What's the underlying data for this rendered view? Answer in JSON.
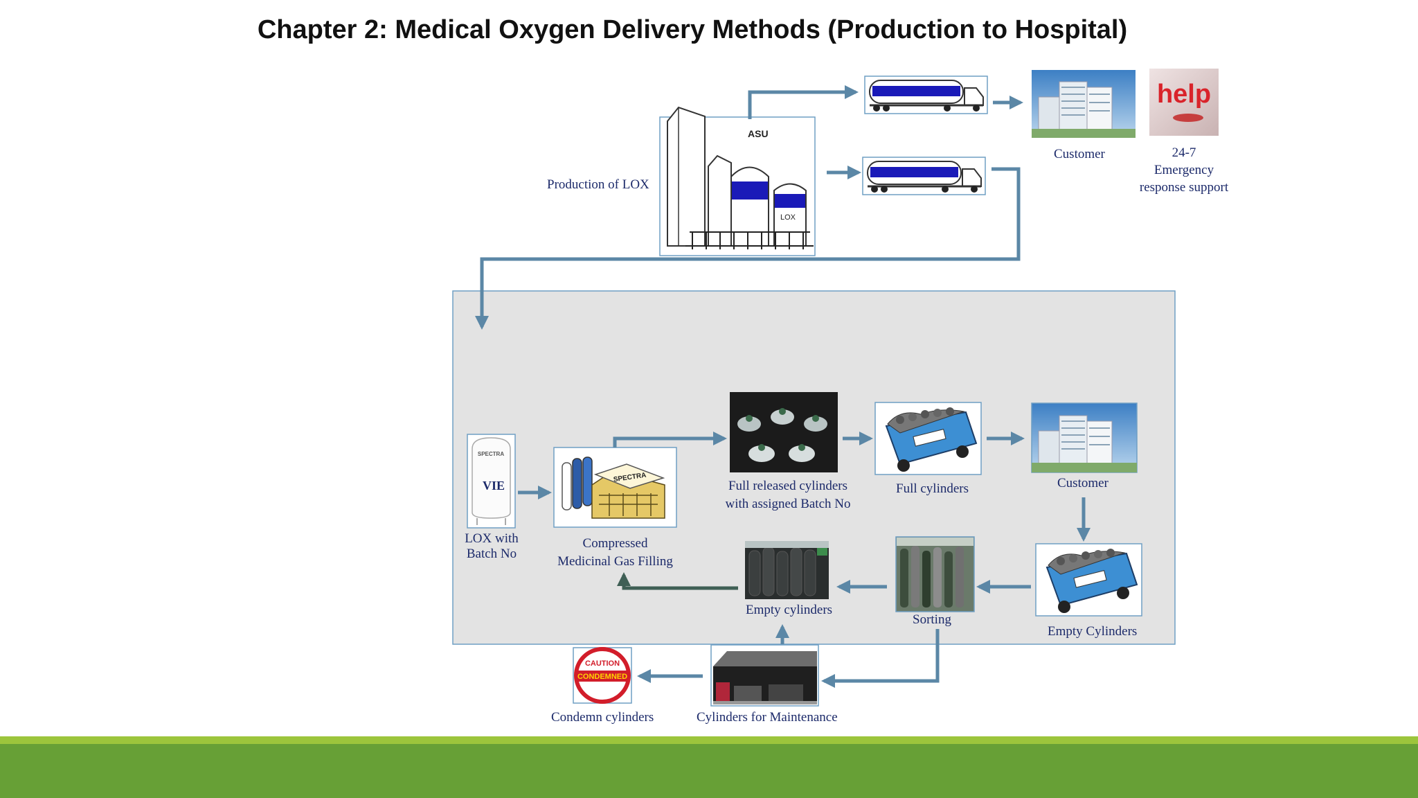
{
  "slide": {
    "title": "Chapter 2: Medical Oxygen Delivery Methods (Production to Hospital)"
  },
  "labels": {
    "production": "Production of LOX",
    "asu": "ASU",
    "lox": "LOX",
    "customer_top": "Customer",
    "emergency_1": "24-7",
    "emergency_2": "Emergency",
    "emergency_3": "response support",
    "help": "help",
    "vie": "VIE",
    "lox_batch_1": "LOX with",
    "lox_batch_2": "Batch No",
    "filling_1": "Compressed",
    "filling_2": "Medicinal Gas Filling",
    "full_released_1": "Full released cylinders",
    "full_released_2": "with assigned Batch No",
    "full_cylinders": "Full cylinders",
    "customer_bottom": "Customer",
    "empty_cylinders_truck": "Empty Cylinders",
    "sorting": "Sorting",
    "empty_cylinders": "Empty cylinders",
    "maintenance": "Cylinders for Maintenance",
    "condemn": "Condemn cylinders",
    "caution": "CAUTION",
    "condemned": "CONDEMNED",
    "spectra": "SPECTRA"
  },
  "colors": {
    "arrow": "#5b87a6",
    "arrow_dark": "#3f5f55",
    "box_border": "#6f9fc4",
    "panel_fill": "#e3e3e3",
    "tanker_stripe": "#1a1ab8",
    "label_text": "#1c2a6a",
    "footer_light": "#9cc53c",
    "footer_dark": "#67a036"
  }
}
